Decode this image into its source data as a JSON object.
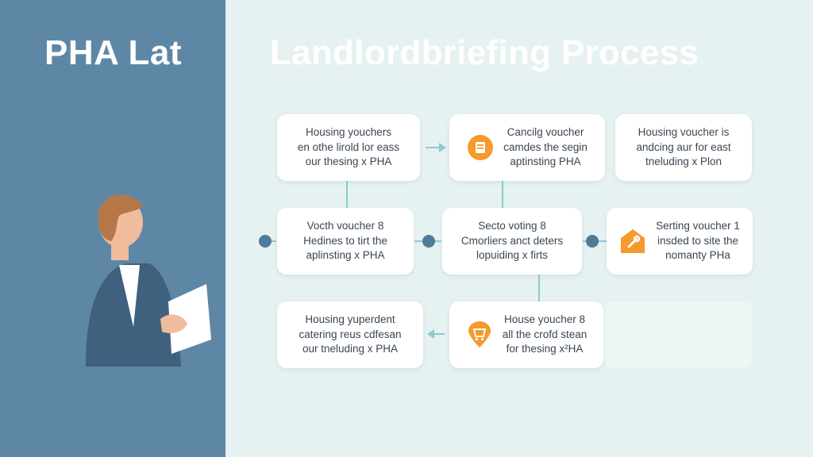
{
  "left_title": "PHA Lat",
  "main_title": "Landlordbriefing Process",
  "colors": {
    "left_panel": "#5e87a6",
    "background": "#e6f1f1",
    "accent_orange": "#f59a2c",
    "connector_teal": "#8ccbd1",
    "node_dot": "#4f7a9a"
  },
  "cards": [
    {
      "id": "r1c1",
      "lines": [
        "Housing youchers",
        "en othe lirold lor eass",
        "our thesing x PHA"
      ],
      "icon": ""
    },
    {
      "id": "r1c2",
      "lines": [
        "Cancilg voucher",
        "camdes the segin",
        "aptinsting PHA"
      ],
      "icon": "document-icon"
    },
    {
      "id": "r1c3",
      "lines": [
        "Housing voucher is",
        "andcing aur for east",
        "tneluding x Plon"
      ],
      "icon": ""
    },
    {
      "id": "r2c1",
      "lines": [
        "Vocth voucher 8",
        "Hedines to tirt the",
        "aplinsting x PHA"
      ],
      "icon": ""
    },
    {
      "id": "r2c2",
      "lines": [
        "Secto voting 8",
        "Cmorliers anct deters",
        "lopuiding x firts"
      ],
      "icon": ""
    },
    {
      "id": "r2c3",
      "lines": [
        "Serting voucher 1",
        "insded to site the",
        "nomanty PHa"
      ],
      "icon": "home-tools-icon"
    },
    {
      "id": "r3c1",
      "lines": [
        "Housing yuperdent",
        "catering reus cdfesan",
        "our tneluding x PHA"
      ],
      "icon": ""
    },
    {
      "id": "r3c2",
      "lines": [
        "House youcher 8",
        "all the crofd stean",
        "for thesing x²HA"
      ],
      "icon": "location-pin-icon"
    }
  ]
}
